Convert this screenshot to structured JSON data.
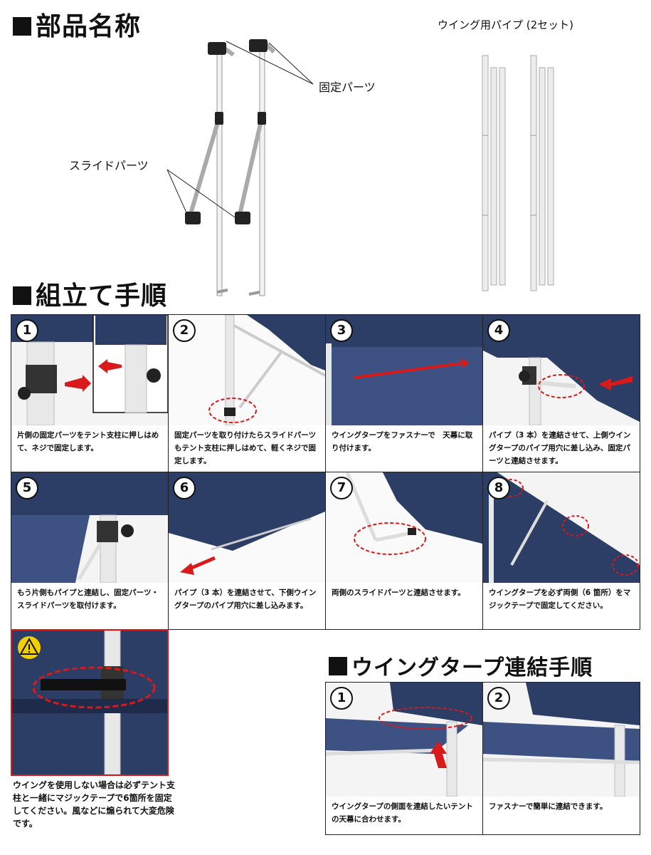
{
  "parts": {
    "heading": "部品名称",
    "label_fixed": "固定パーツ",
    "label_slide": "スライドパーツ",
    "label_pipes": "ウイング用パイプ (2セット)"
  },
  "assembly": {
    "heading": "組立て手順",
    "steps": [
      {
        "num": "1",
        "caption": "片側の固定パーツをテント支柱に押しはめて、ネジで固定します。"
      },
      {
        "num": "2",
        "caption": "固定パーツを取り付けたらスライドパーツもテント支柱に押しはめて、軽くネジで固定します。"
      },
      {
        "num": "3",
        "caption": "ウイングタープをファスナーで　天幕に取り付けます。"
      },
      {
        "num": "4",
        "caption": "パイプ（3 本）を連結させて、上側ウイングタープのパイプ用穴に差し込み、固定パーツと連結させます。"
      },
      {
        "num": "5",
        "caption": "もう片側もパイプと連結し、固定パーツ・スライドパーツを取付けます。"
      },
      {
        "num": "6",
        "caption": "パイプ（3 本）を連結させて、下側ウイングタープのパイプ用穴に差し込みます。"
      },
      {
        "num": "7",
        "caption": "両側のスライドパーツと連結させます。"
      },
      {
        "num": "8",
        "caption": "ウイングタープを必ず両側（6 箇所）をマジックテープで固定してください。"
      }
    ]
  },
  "warning": {
    "icon": "warning-triangle-icon",
    "text": "ウイングを使用しない場合は必ずテント支柱と一緒にマジックテープで6箇所を固定してください。風などに煽られて大変危険です。"
  },
  "wing_connect": {
    "heading": "ウイングタープ連結手順",
    "steps": [
      {
        "num": "1",
        "caption": "ウイングタープの側面を連結したいテントの天幕に合わせます。"
      },
      {
        "num": "2",
        "caption": "ファスナーで簡単に連結できます。"
      }
    ]
  },
  "colors": {
    "tarp": "#2c3e66",
    "tarp_light": "#3d5282",
    "frame": "#e8e8e8",
    "accent_red": "#d81a1a"
  }
}
